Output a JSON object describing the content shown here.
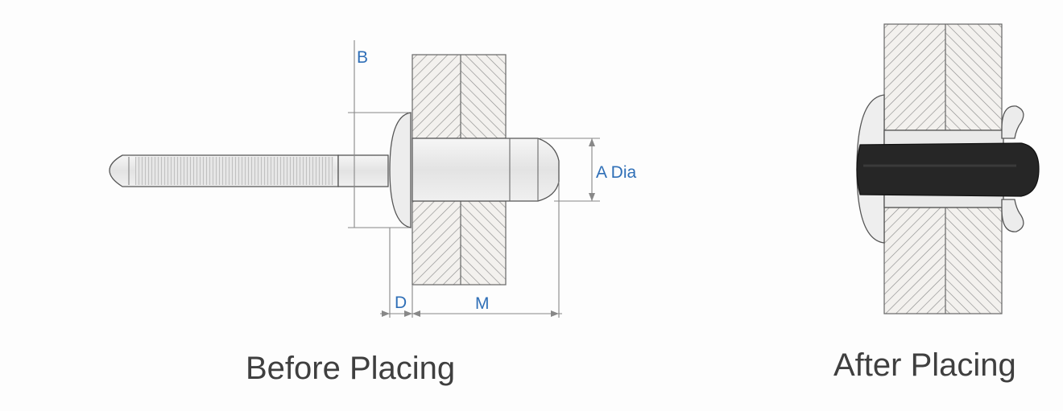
{
  "dimension_labels": {
    "head_height": "B",
    "body_diameter": "A Dia",
    "head_diameter": "D",
    "max_grip": "M"
  },
  "captions": {
    "before": "Before Placing",
    "after": "After Placing"
  },
  "colors": {
    "dimension_text": "#2f6fb7",
    "caption_text": "#3f3f3f",
    "outline": "#555555",
    "rivet_fill": "#ececec",
    "mandrel_after": "#262626",
    "plate_fill": "#f3f1ee"
  }
}
